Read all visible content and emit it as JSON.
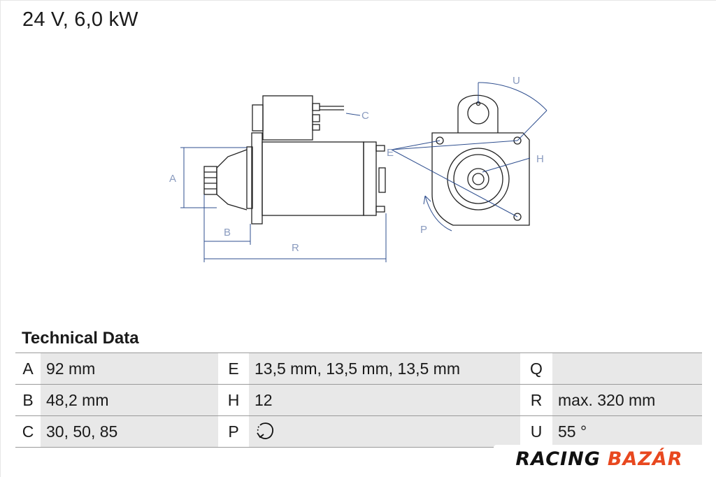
{
  "header": {
    "title": "24 V, 6,0 kW"
  },
  "diagram": {
    "labels": {
      "A": "A",
      "B": "B",
      "R": "R",
      "C": "C",
      "E": "E",
      "H": "H",
      "U": "U",
      "P": "P"
    },
    "line_color": "#2f4f8f",
    "outline_color": "#222222"
  },
  "technical_data": {
    "title": "Technical Data",
    "rows": [
      [
        {
          "label": "A",
          "value": "92 mm"
        },
        {
          "label": "E",
          "value": "13,5 mm, 13,5 mm, 13,5 mm"
        },
        {
          "label": "Q",
          "value": ""
        }
      ],
      [
        {
          "label": "B",
          "value": "48,2 mm"
        },
        {
          "label": "H",
          "value": "12"
        },
        {
          "label": "R",
          "value": "max. 320 mm"
        }
      ],
      [
        {
          "label": "C",
          "value": "30, 50, 85"
        },
        {
          "label": "P",
          "value": "",
          "icon": "counterclockwise-rotation-icon"
        },
        {
          "label": "U",
          "value": "55 °"
        }
      ]
    ]
  },
  "watermark": {
    "word1": "RACING",
    "word2": "BAZÁR",
    "color2": "#e8481f"
  }
}
